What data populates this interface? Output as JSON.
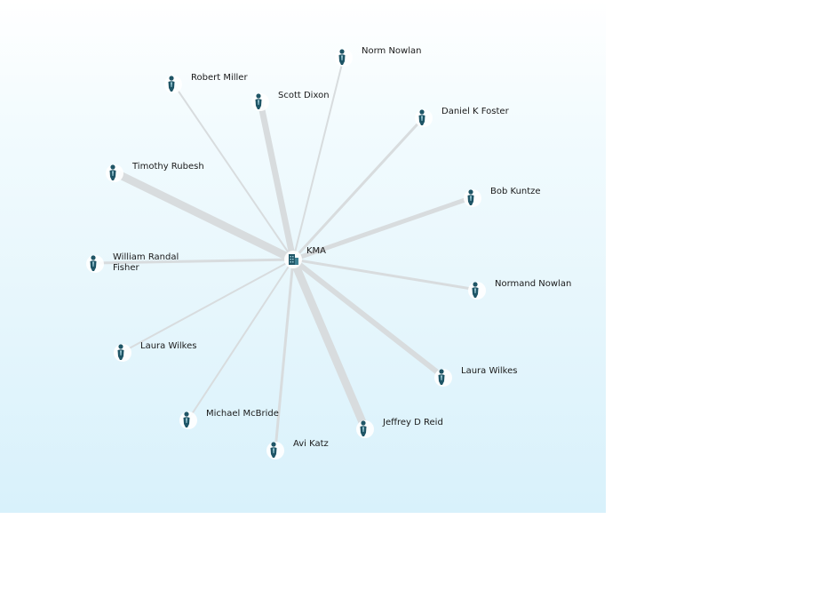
{
  "center": {
    "label": "KMA",
    "icon": "building-icon"
  },
  "people": [
    {
      "label": "Norm Nowlan",
      "icon": "person-icon"
    },
    {
      "label": "Robert Miller",
      "icon": "person-icon"
    },
    {
      "label": "Scott Dixon",
      "icon": "person-icon"
    },
    {
      "label": "Daniel K Foster",
      "icon": "person-icon"
    },
    {
      "label": "Timothy Rubesh",
      "icon": "person-icon"
    },
    {
      "label": "Bob Kuntze",
      "icon": "person-icon"
    },
    {
      "label": "William Randal Fisher",
      "icon": "person-icon"
    },
    {
      "label": "Normand Nowlan",
      "icon": "person-icon"
    },
    {
      "label": "Laura Wilkes",
      "icon": "person-icon"
    },
    {
      "label": "Laura Wilkes",
      "icon": "person-icon"
    },
    {
      "label": "Michael McBride",
      "icon": "person-icon"
    },
    {
      "label": "Jeffrey D Reid",
      "icon": "person-icon"
    },
    {
      "label": "Avi Katz",
      "icon": "person-icon"
    }
  ],
  "colors": {
    "edge": "#d8dcde",
    "icon_dark": "#1f5566",
    "icon_light": "#9ccad6",
    "halo": "#ffffff"
  }
}
